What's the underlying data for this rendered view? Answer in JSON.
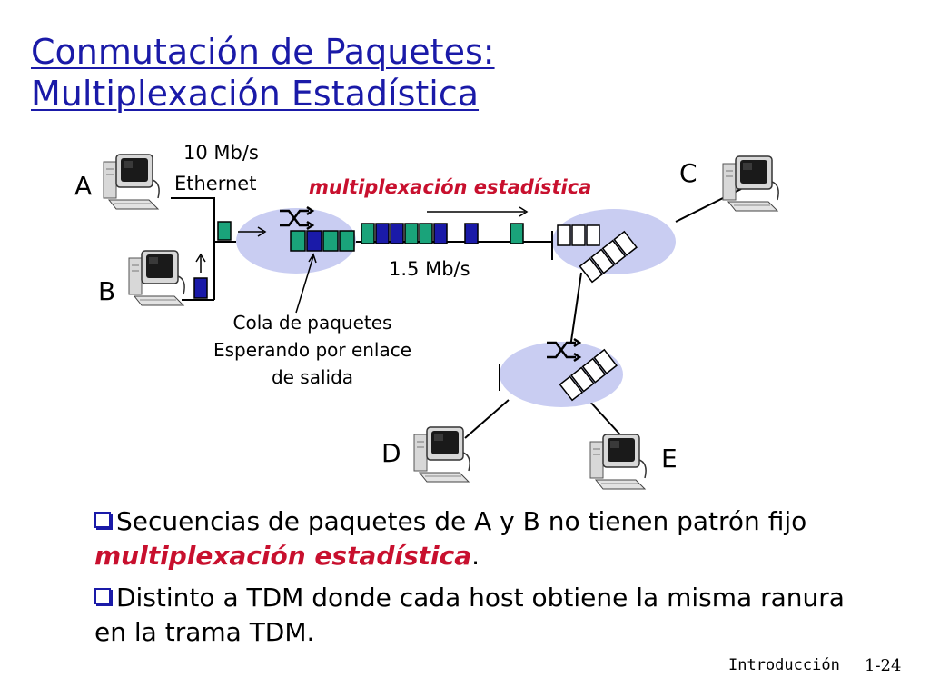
{
  "slide": {
    "title_line1": "Conmutación de Paquetes:",
    "title_line2": "Multiplexación Estadística"
  },
  "diagram": {
    "host_a": "A",
    "host_b": "B",
    "host_c": "C",
    "host_d": "D",
    "host_e": "E",
    "link_speed_line1": "10 Mb/s",
    "link_speed_line2": "Ethernet",
    "multiplexing_label": "multiplexación estadística",
    "trunk_speed": "1.5 Mb/s",
    "queue_caption_line1": "Cola de paquetes",
    "queue_caption_line2": "Esperando por enlace",
    "queue_caption_line3": "de salida",
    "colors": {
      "host_a_packet": "#1aa37a",
      "host_b_packet": "#1a1aa8",
      "router": "#c9cdf2"
    }
  },
  "bullets": [
    {
      "text": "Secuencias de paquetes de A y B no tienen patrón fijo  ",
      "emphasis": "multiplexación estadística",
      "tail": "."
    },
    {
      "text": "Distinto a TDM donde cada host obtiene la misma ranura en la trama TDM."
    }
  ],
  "footer": {
    "section": "Introducción",
    "page": "1-24"
  }
}
